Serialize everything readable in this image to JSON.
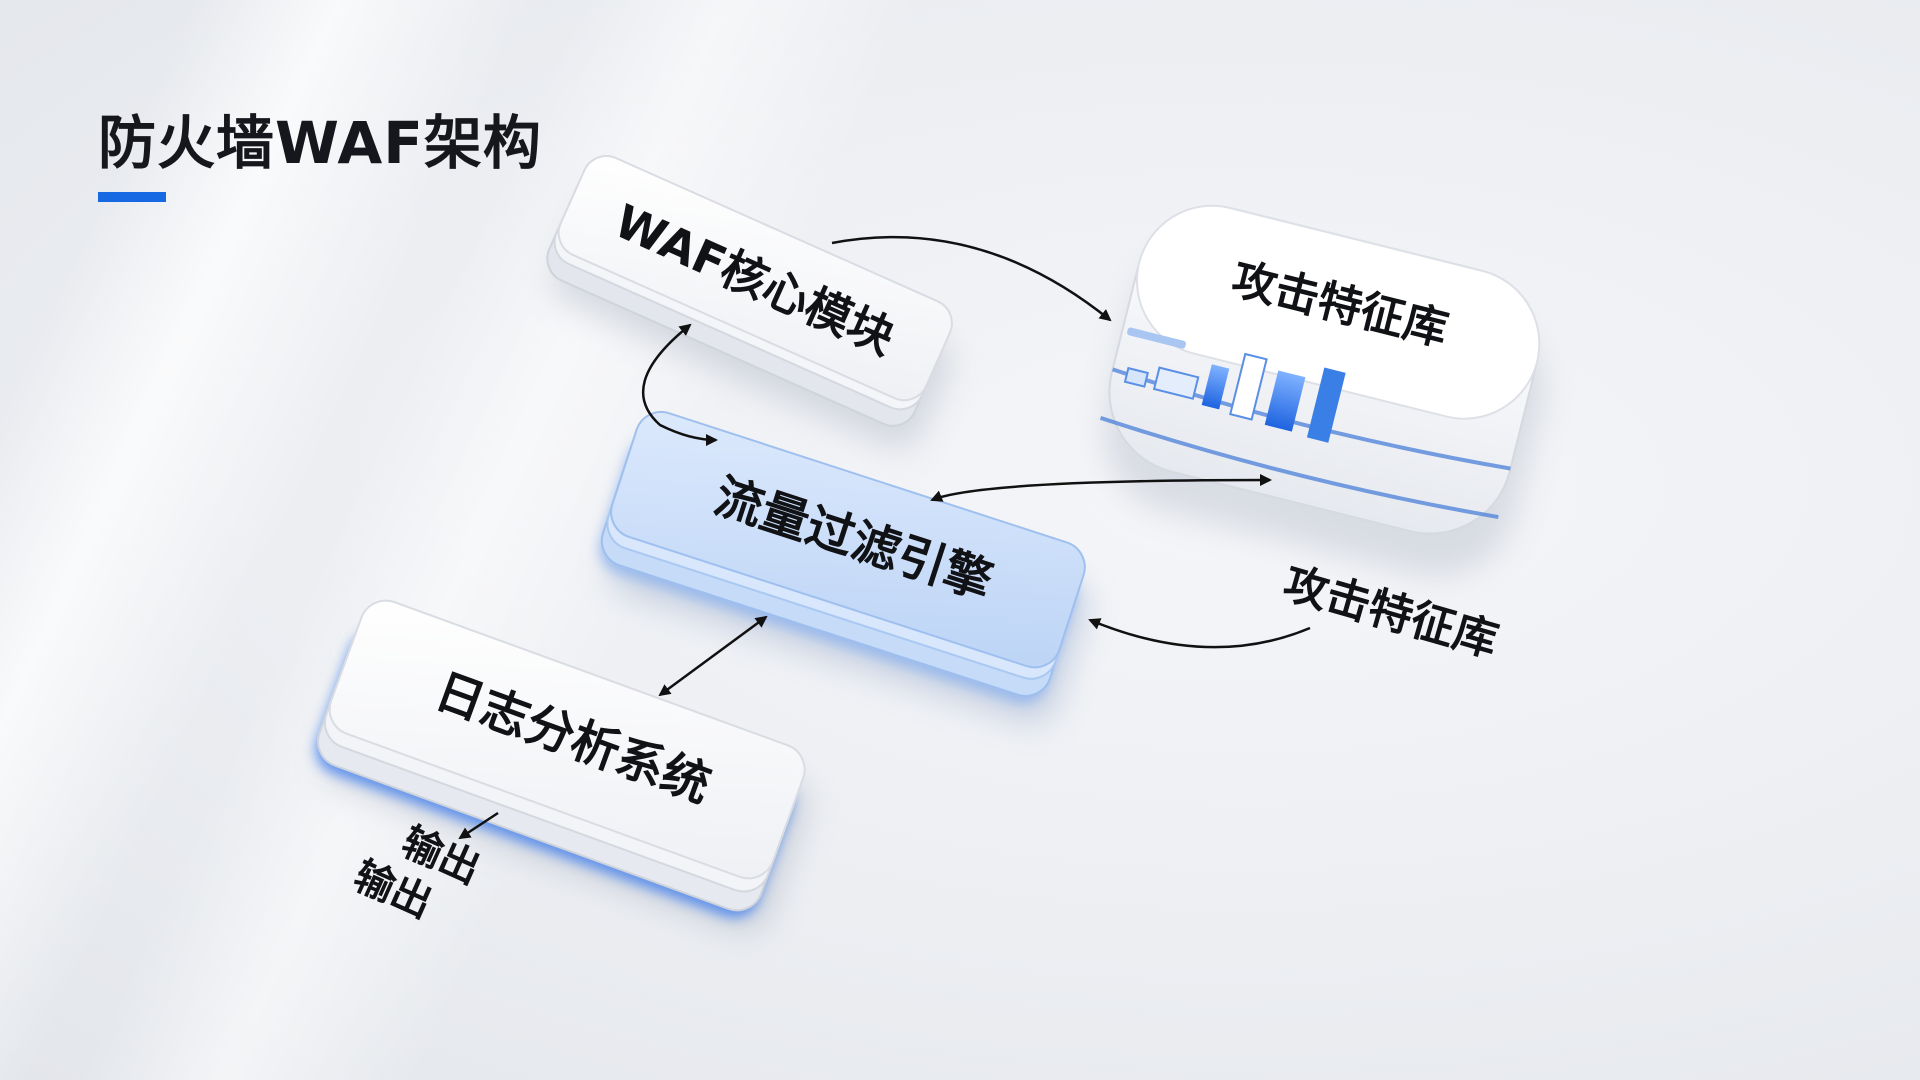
{
  "header": {
    "title": "防火墙WAF架构"
  },
  "nodes": {
    "waf_core": {
      "label": "WAF核心模块"
    },
    "signature_db": {
      "label": "攻击特征库"
    },
    "traffic_engine": {
      "label": "流量过滤引擎"
    },
    "log_system": {
      "label": "日志分析系统"
    }
  },
  "annotations": {
    "signature_db_label": "攻击特征库",
    "output_1": "输出",
    "output_2": "输出"
  },
  "colors": {
    "accent": "#1668e3",
    "engine_fill": "#cfe2fb",
    "edge_glow": "#3b7cf0",
    "text": "#101216"
  }
}
